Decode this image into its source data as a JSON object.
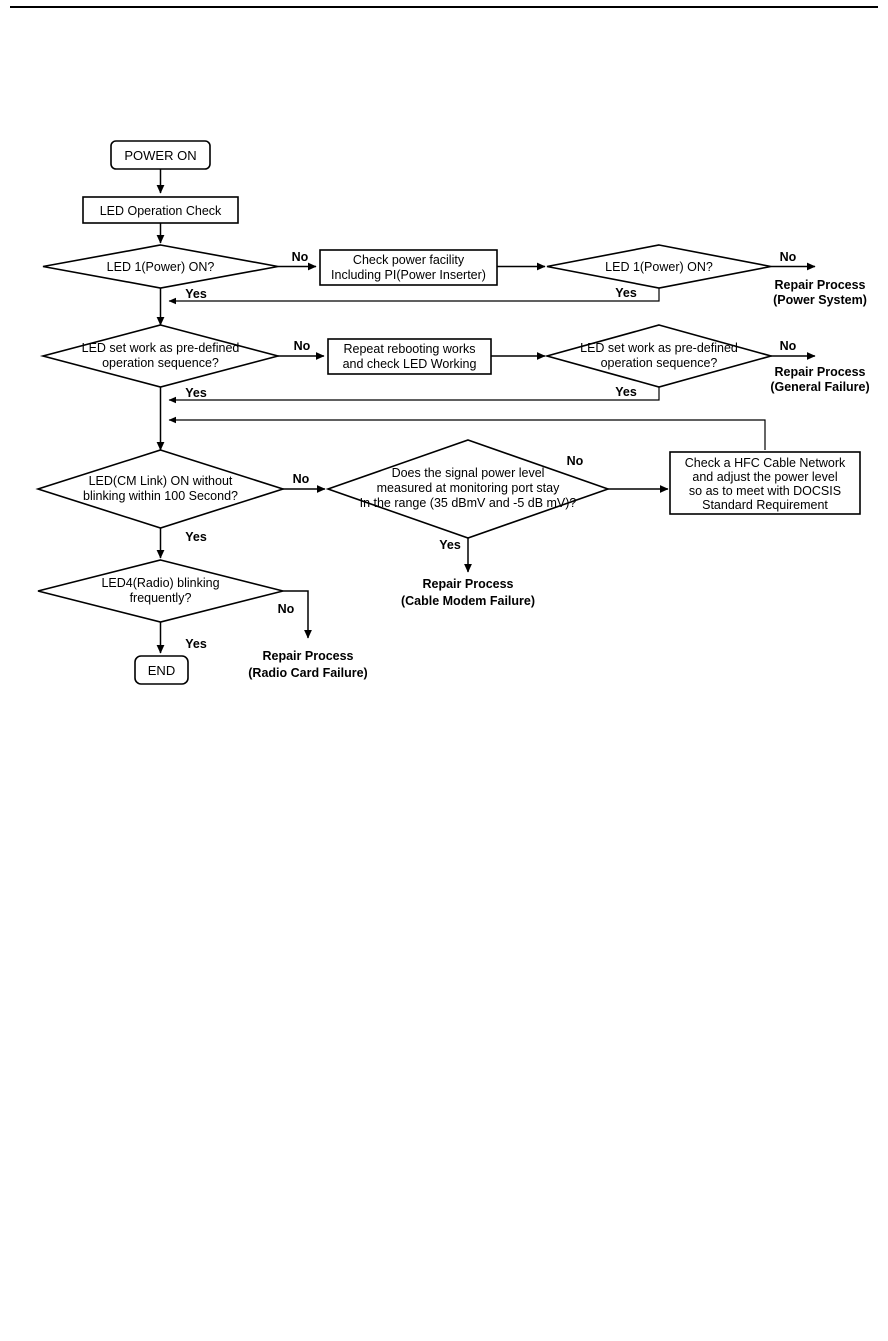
{
  "document": {
    "title": "LED Troubleshooting Flowchart",
    "has_top_rule": true,
    "background_color": "#ffffff",
    "line_color": "#000000"
  },
  "nodes": {
    "power_on": {
      "label": "POWER ON",
      "type": "terminator"
    },
    "led_operation_check": {
      "label": "LED Operation Check",
      "type": "process"
    },
    "led1_power_on_q1": {
      "label": "LED 1(Power) ON?",
      "type": "decision"
    },
    "check_power_facility": {
      "line1": "Check power facility",
      "line2": "Including PI(Power Inserter)",
      "type": "process"
    },
    "led1_power_on_q2": {
      "label": "LED 1(Power) ON?",
      "type": "decision"
    },
    "led_set_work_q1": {
      "line1": "LED set work as pre-defined",
      "line2": "operation sequence?",
      "type": "decision"
    },
    "repeat_rebooting": {
      "line1": "Repeat rebooting works",
      "line2": "and check LED Working",
      "type": "process"
    },
    "led_set_work_q2": {
      "line1": "LED set work as pre-defined",
      "line2": "operation sequence?",
      "type": "decision"
    },
    "cm_link_q": {
      "line1": "LED(CM Link) ON without",
      "line2": "blinking within 100 Second?",
      "type": "decision"
    },
    "signal_power_q": {
      "line1": "Does the signal power level",
      "line2": "measured at monitoring port stay",
      "line3": "In the range (35 dBmV and -5 dB mV)?",
      "type": "decision"
    },
    "check_hfc": {
      "line1": "Check a HFC Cable Network",
      "line2": "and adjust the power level",
      "line3": "so as to meet with DOCSIS",
      "line4": "Standard Requirement",
      "type": "process"
    },
    "led4_radio_q": {
      "line1": "LED4(Radio) blinking",
      "line2": "frequently?",
      "type": "decision"
    },
    "end": {
      "label": "END",
      "type": "terminator"
    }
  },
  "outcomes": {
    "power_system": {
      "line1": "Repair Process",
      "line2": "(Power System)"
    },
    "general_failure": {
      "line1": "Repair Process",
      "line2": "(General Failure)"
    },
    "cable_modem_failure": {
      "line1": "Repair Process",
      "line2": "(Cable Modem Failure)"
    },
    "radio_card_failure": {
      "line1": "Repair Process",
      "line2": "(Radio Card Failure)"
    }
  },
  "edge_labels": {
    "no_1": "No",
    "no_2": "No",
    "yes_1": "Yes",
    "yes_2": "Yes",
    "no_3": "No",
    "no_4": "No",
    "yes_3": "Yes",
    "yes_4": "Yes",
    "no_5": "No",
    "no_6": "No",
    "yes_5": "Yes",
    "yes_6": "Yes",
    "no_7": "No",
    "yes_7": "Yes"
  }
}
